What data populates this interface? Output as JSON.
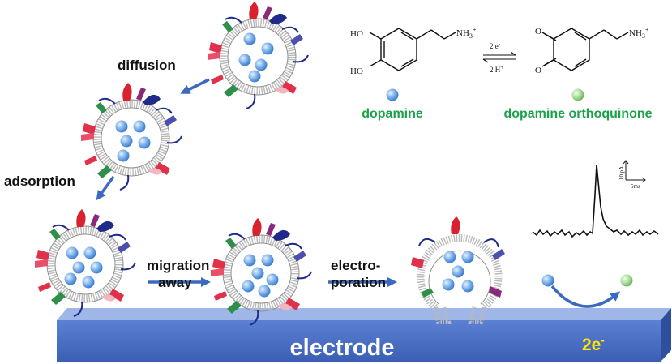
{
  "labels": {
    "diffusion": "diffusion",
    "adsorption": "adsorption",
    "migration_line1": "migration",
    "migration_line2": "away",
    "electroporation_line1": "electro-",
    "electroporation_line2": "poration",
    "electrode": "electrode",
    "electrons": "2e",
    "electrons_superscript": "-"
  },
  "reaction": {
    "left_substituent_top": "HO",
    "left_substituent_bottom": "HO",
    "left_amine": "NH",
    "amine_subscript": "3",
    "amine_charge": "+",
    "right_amine": "NH",
    "right_oxygen_top": "O",
    "right_oxygen_bottom": "O",
    "forward_label": "2 e",
    "forward_superscript": "-",
    "reverse_label": "2 H",
    "reverse_superscript": "+",
    "reactant_name": "dopamine",
    "product_name": "dopamine orthoquinone"
  },
  "scale_bar": {
    "vertical": "10 pA",
    "horizontal": "5ms"
  },
  "colors": {
    "electrode_face": "#4a6fc4",
    "electrode_top": "#8ba6e0",
    "arrow": "#3a6ac0",
    "dopamine": "#6fa6e6",
    "orthoquinone": "#9ed88f",
    "label_green": "#1aa34a",
    "electron_text": "#ffe600"
  }
}
